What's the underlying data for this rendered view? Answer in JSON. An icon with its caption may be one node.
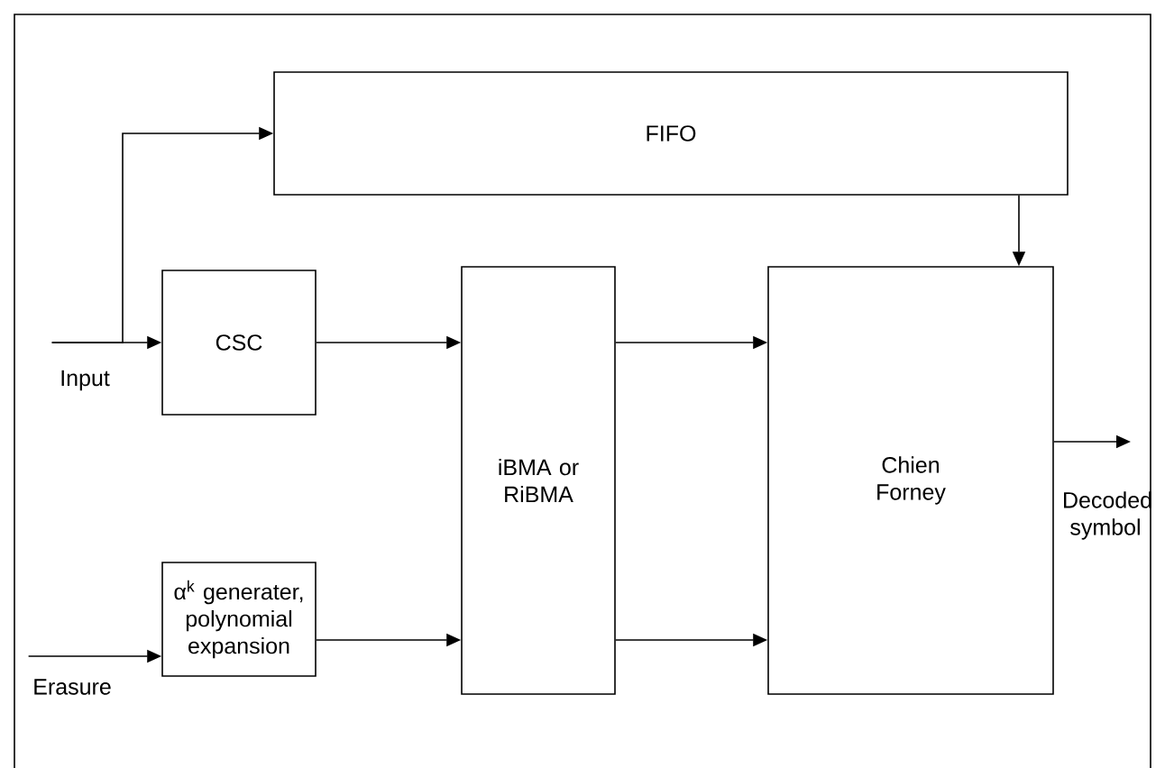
{
  "diagram": {
    "nodes": [
      {
        "text": [
          "FIFO"
        ]
      },
      {
        "text": [
          "Input"
        ]
      },
      {
        "text": [
          "CSC"
        ]
      },
      {
        "text": [
          "iBMA or RiBMA"
        ]
      },
      {
        "text": [
          "Chien Forney"
        ]
      },
      {
        "text": [
          "Erasure"
        ]
      },
      {
        "text": [
          "α$^{k}$ generater, polynomial expansion"
        ]
      },
      {
        "text": [
          "Decoded symbol"
        ]
      }
    ],
    "edges": [
      {
        "from": 1,
        "to": 2,
        "arrow": "to"
      },
      {
        "from": 1,
        "to": 0,
        "arrow": "to"
      },
      {
        "from": 2,
        "to": 3,
        "arrow": "to"
      },
      {
        "from": 0,
        "to": 4,
        "arrow": "to"
      },
      {
        "from": 3,
        "to": 4,
        "arrow": "to"
      },
      {
        "from": 3,
        "to": 4,
        "arrow": "to"
      },
      {
        "from": 5,
        "to": 6,
        "arrow": "to"
      },
      {
        "from": 6,
        "to": 3,
        "arrow": "to"
      },
      {
        "from": 4,
        "to": 7,
        "arrow": "to"
      }
    ]
  }
}
